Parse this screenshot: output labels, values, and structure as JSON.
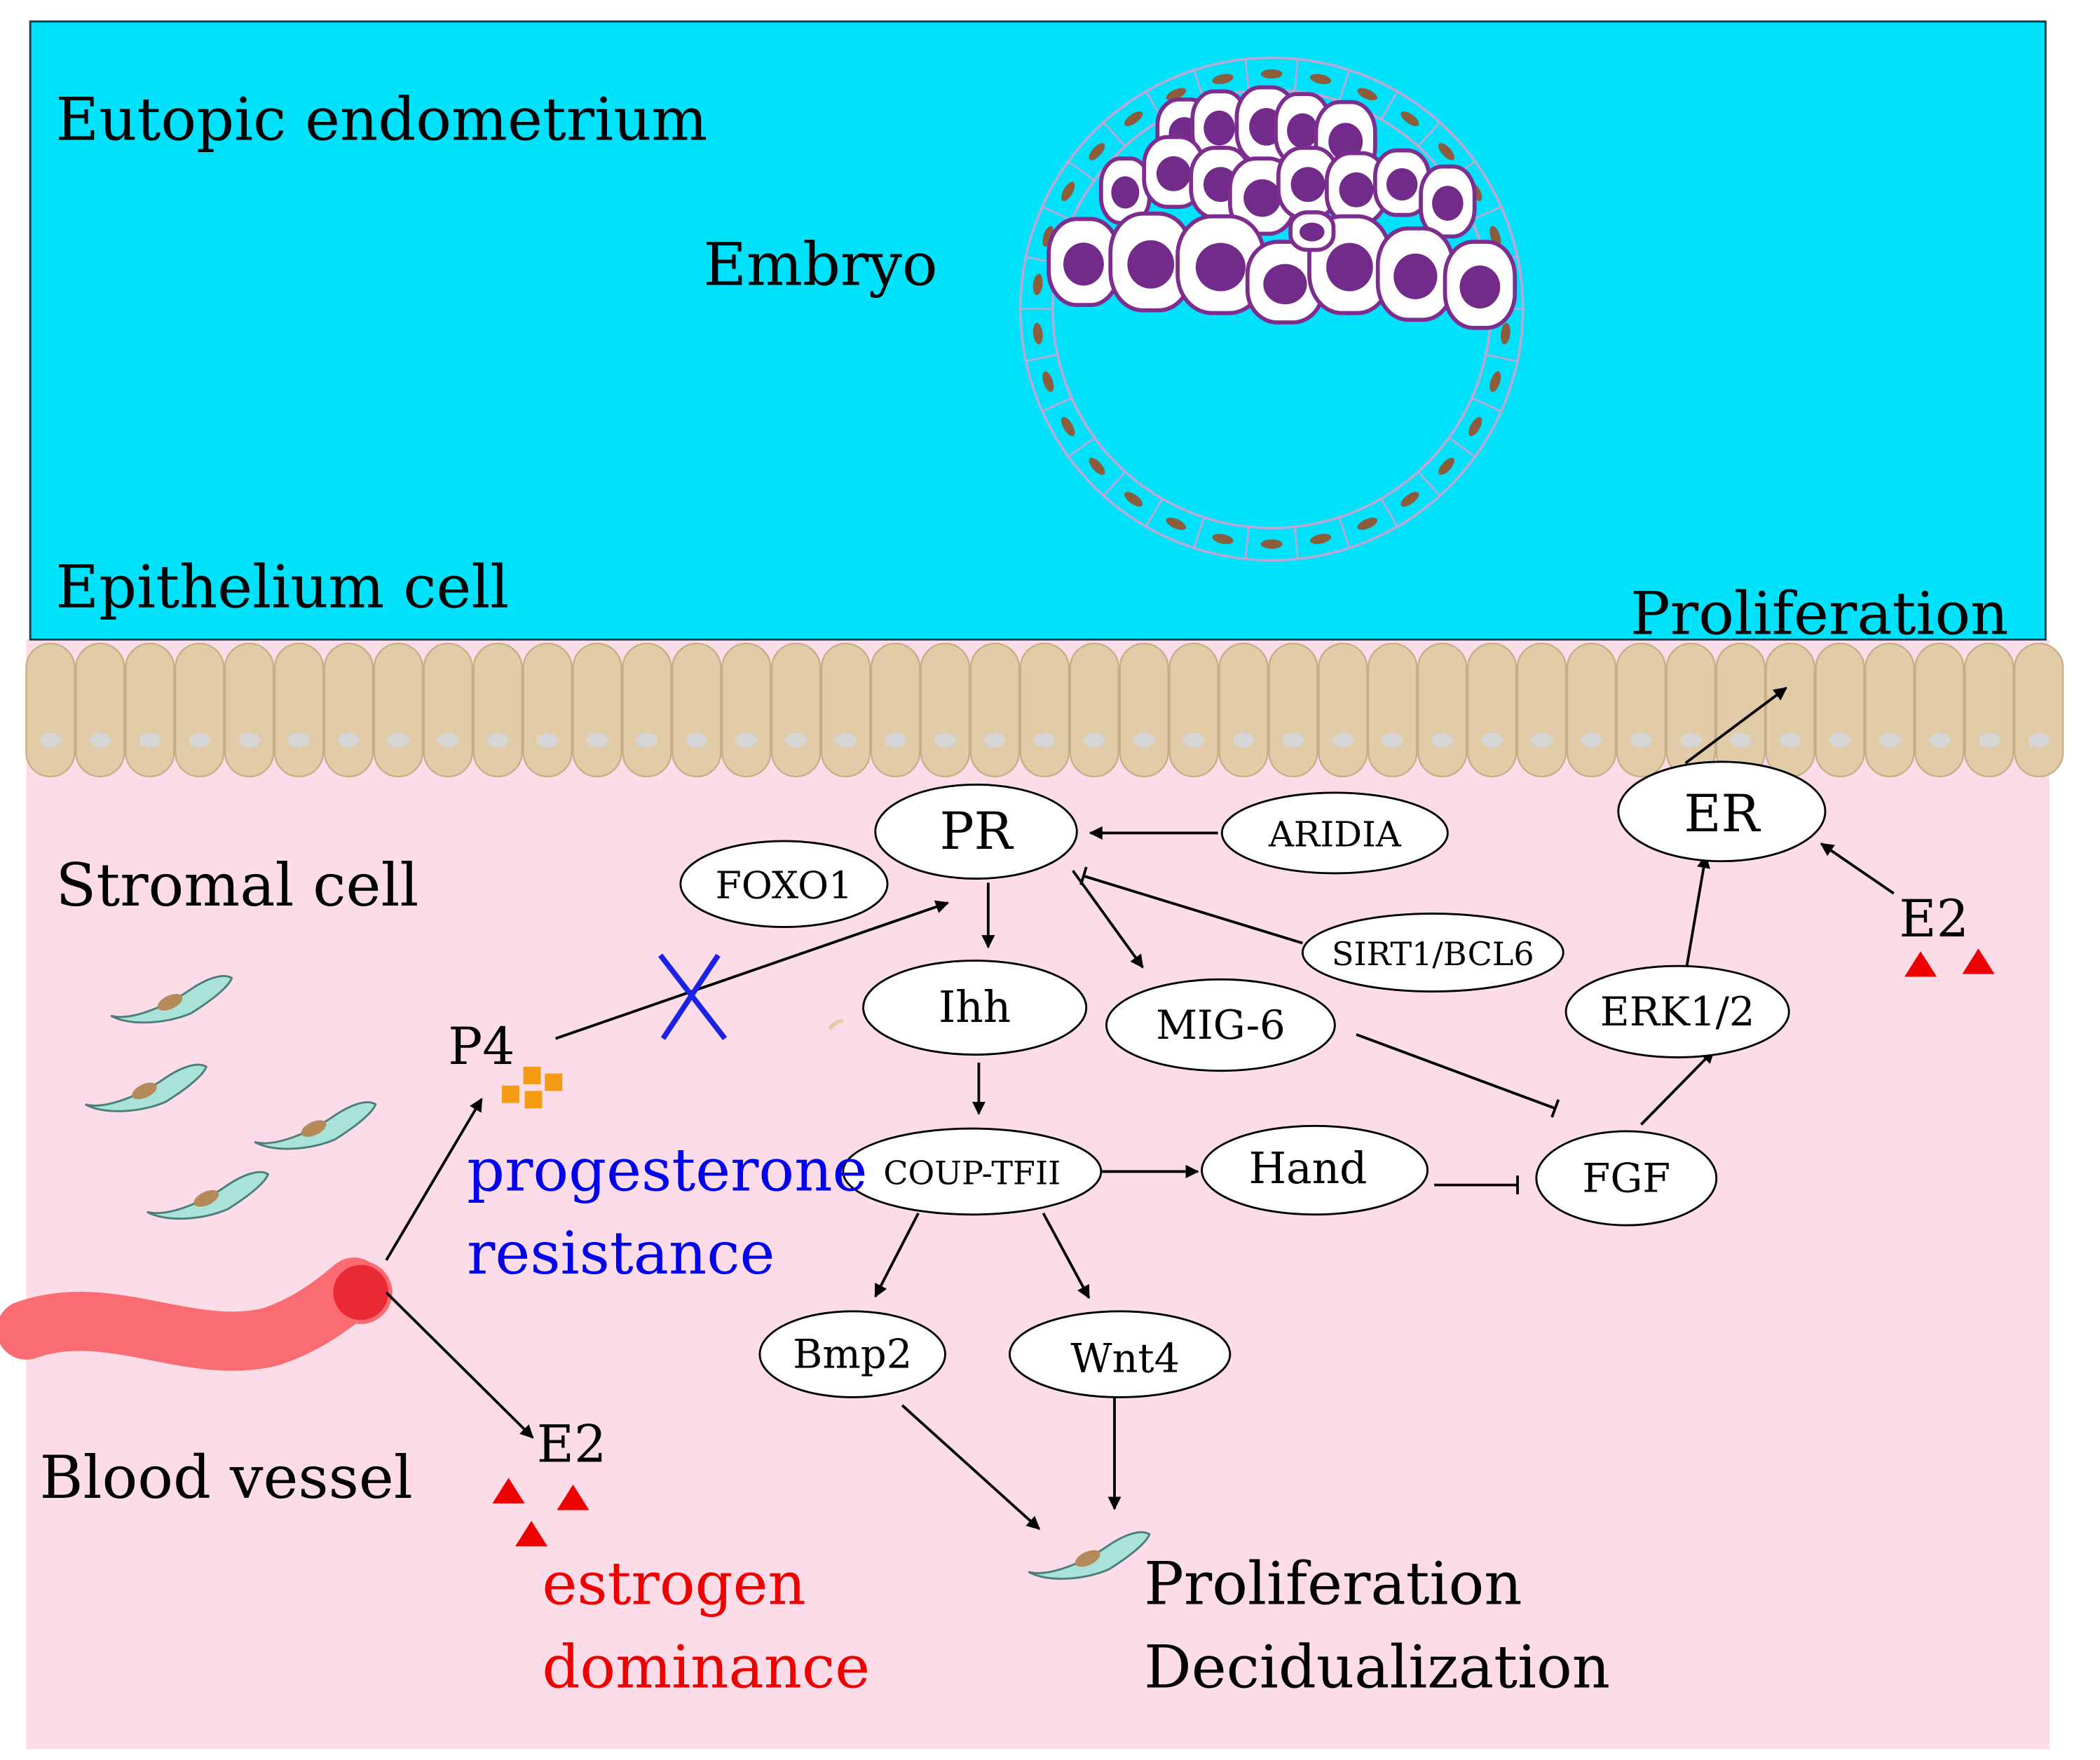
{
  "colors": {
    "lumen": "#00E1FC",
    "stroma": "#FCDCE8",
    "epithelium": "#E2CBA7",
    "epithelium_dark": "#C8AE86",
    "embryo_outline": "#7D2D8E",
    "embryo_nucleus": "#722A8B",
    "trophoblast_outline": "#B4AAD4",
    "trophoblast_nucleus": "#8C5D3A",
    "stromal_cell": "#A9E2D9",
    "vessel": "#FA6B72",
    "vessel_end": "#E82A34",
    "estrogen": "#EE0000",
    "progesterone": "#F39B12",
    "resistance_text": "#0000EE",
    "block_mark": "#1A22E6",
    "dominance_text": "#EE0000"
  },
  "labels": {
    "eutopic": "Eutopic endometrium",
    "embryo": "Embryo",
    "epithelium": "Epithelium cell",
    "proliferation_top": "Proliferation",
    "stromal": "Stromal cell",
    "p4": "P4",
    "progesterone": "progesterone",
    "resistance": "resistance",
    "blood_vessel": "Blood vessel",
    "e2_bottom": "E2",
    "estrogen": "estrogen",
    "dominance": "dominance",
    "e2_right": "E2",
    "proliferation_bottom": "Proliferation",
    "decidualization": "Decidualization"
  },
  "nodes": {
    "pr": "PR",
    "aridia": "ARIDIA",
    "foxo1": "FOXO1",
    "sirt1": "SIRT1/BCL6",
    "ihh": "Ihh",
    "mig6": "MIG-6",
    "coup": "COUP-TFII",
    "hand": "Hand",
    "fgf": "FGF",
    "bmp2": "Bmp2",
    "wnt4": "Wnt4",
    "erk": "ERK1/2",
    "er": "ER"
  }
}
